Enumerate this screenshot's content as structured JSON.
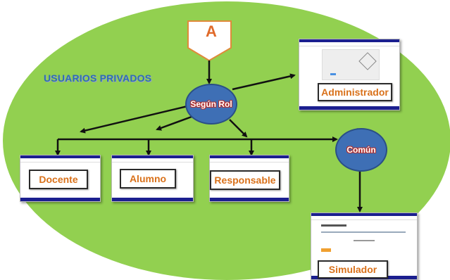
{
  "title": "USUARIOS PRIVADOS",
  "start": "A",
  "nodes": {
    "rol": "Según Rol",
    "comun": "Común"
  },
  "roles": {
    "administrador": "Administrador",
    "docente": "Docente",
    "alumno": "Alumno",
    "responsable": "Responsable",
    "simulador": "Simulador"
  },
  "colors": {
    "ellipse": "#92d050",
    "node": "#3e6fb5",
    "label": "#d9711a",
    "title": "#2e6db4",
    "header": "#1b1f8f"
  }
}
